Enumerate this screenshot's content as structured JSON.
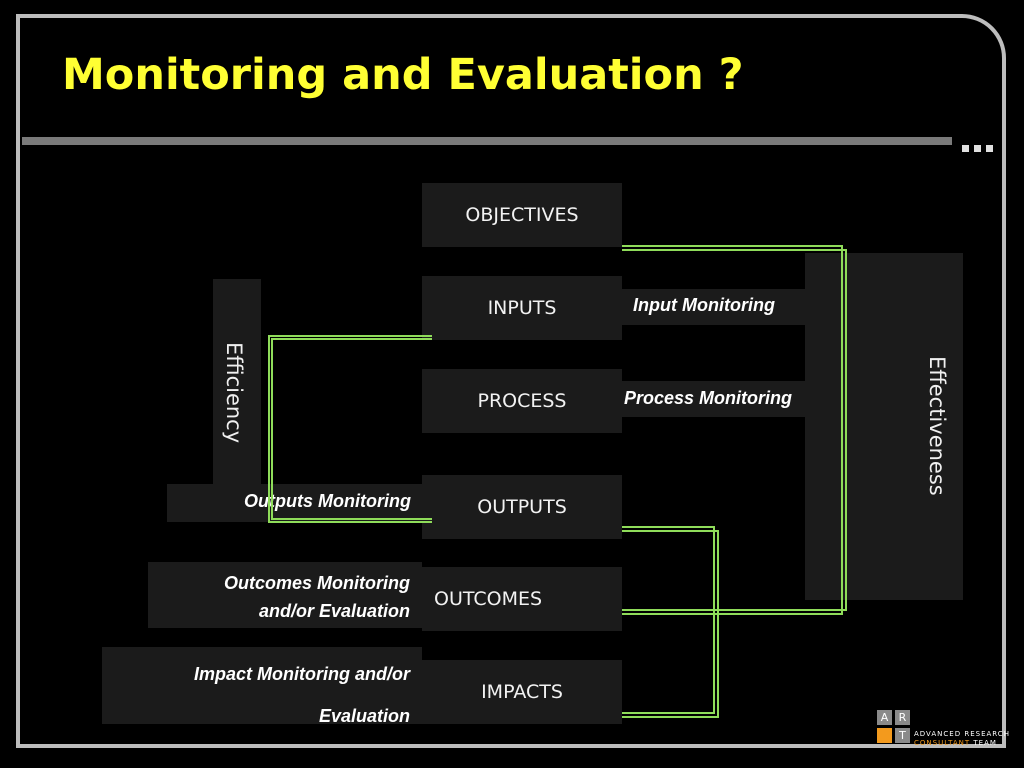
{
  "slide": {
    "title": "Monitoring and Evaluation ?"
  },
  "boxes": {
    "objectives": "OBJECTIVES",
    "inputs": "INPUTS",
    "process": "PROCESS",
    "outputs": "OUTPUTS",
    "outcomes": "OUTCOMES",
    "impacts": "IMPACTS"
  },
  "labels": {
    "input_monitoring": "Input Monitoring",
    "process_monitoring": "Process Monitoring",
    "outputs_monitoring": "Outputs Monitoring",
    "outcomes_monitoring_line1": "Outcomes Monitoring",
    "outcomes_monitoring_line2": "and/or Evaluation",
    "impact_monitoring_line1": "Impact Monitoring and/or",
    "impact_monitoring_line2": "Evaluation"
  },
  "side_bars": {
    "efficiency": "Efficiency",
    "effectiveness": "Effectiveness"
  },
  "logo": {
    "tiles": [
      "A",
      "R",
      "T"
    ],
    "line1": "ADVANCED RESEARCH",
    "line2_highlight": "CONSULTANT",
    "line2_rest": " TEAM"
  },
  "colors": {
    "title": "#ffff33",
    "connector": "#8fdc5a",
    "logo_orange": "#f39a1d",
    "logo_gray": "#8a8a8a"
  }
}
